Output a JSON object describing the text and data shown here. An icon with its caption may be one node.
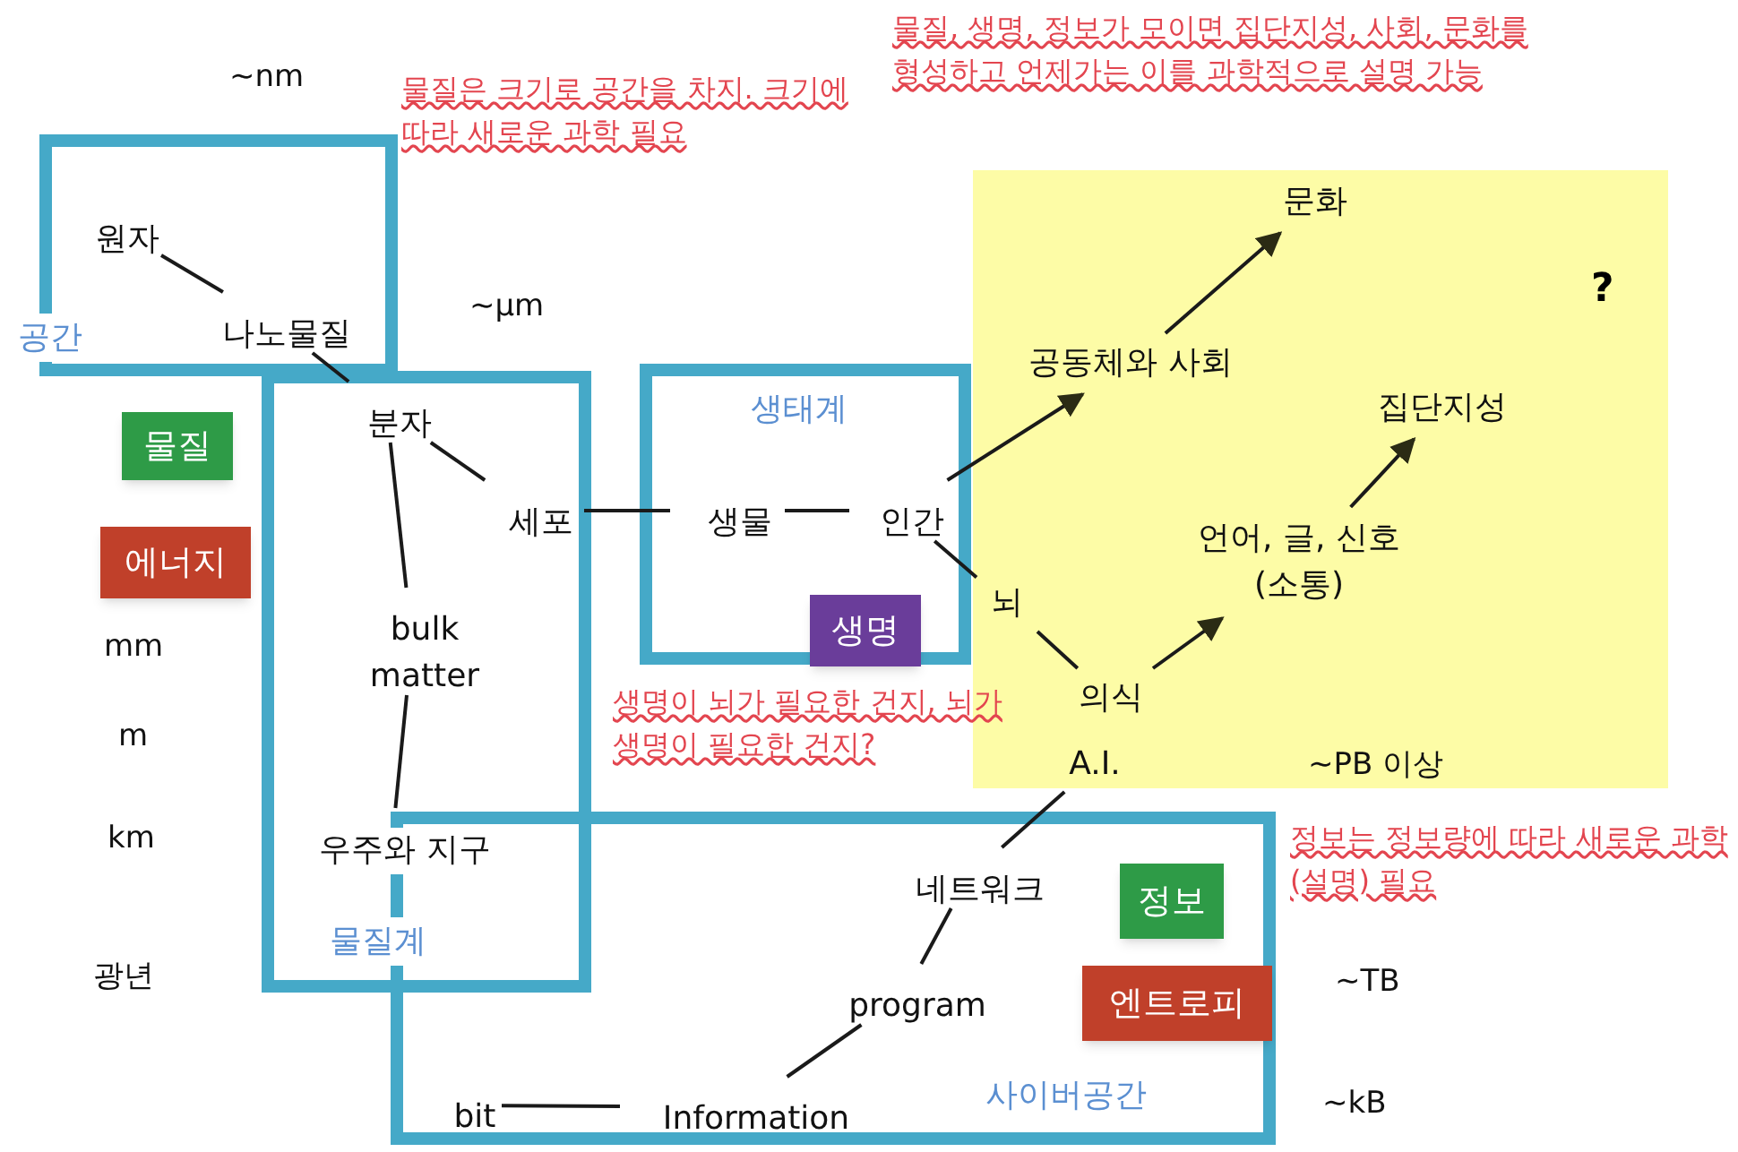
{
  "diagram": {
    "nodes": [
      {
        "text": [
          "공간"
        ]
      },
      {
        "text": [
          "원자"
        ],
        "in": 0
      },
      {
        "text": [
          "나노물질"
        ],
        "in": 0
      },
      {
        "text": [
          "물질계"
        ]
      },
      {
        "text": [
          "분자"
        ],
        "in": 3
      },
      {
        "text": [
          "세포"
        ],
        "in": 3
      },
      {
        "text": [
          "bulk matter"
        ],
        "in": 3
      },
      {
        "text": [
          "우주와 지구"
        ],
        "in": 3
      },
      {
        "text": [
          "물질"
        ]
      },
      {
        "text": [
          "에너지"
        ]
      },
      {
        "text": [
          "생태계"
        ]
      },
      {
        "text": [
          "생물"
        ],
        "in": 10
      },
      {
        "text": [
          "인간"
        ],
        "in": 10
      },
      {
        "text": [
          "생명"
        ],
        "in": 10
      },
      {
        "text": [],
        "shape": "box"
      },
      {
        "text": [
          "문화"
        ],
        "in": 14
      },
      {
        "text": [
          "공동체와 사회"
        ],
        "in": 14
      },
      {
        "text": [
          "집단지성"
        ],
        "in": 14
      },
      {
        "text": [
          "언어, 글, 신호 (소통)"
        ],
        "in": 14
      },
      {
        "text": [
          "뇌"
        ],
        "in": 14
      },
      {
        "text": [
          "의식"
        ],
        "in": 14
      },
      {
        "text": [
          "A.I."
        ],
        "in": 14
      },
      {
        "text": [
          "사이버공간"
        ]
      },
      {
        "text": [
          "네트워크"
        ],
        "in": 22
      },
      {
        "text": [
          "program"
        ],
        "in": 22
      },
      {
        "text": [
          "bit"
        ],
        "in": 22
      },
      {
        "text": [
          "Information"
        ],
        "in": 22
      },
      {
        "text": [
          "정보"
        ],
        "in": 22
      },
      {
        "text": [
          "엔트로피"
        ],
        "in": 22
      }
    ],
    "edges": [
      {
        "from": 1,
        "to": 2,
        "arrow": "none"
      },
      {
        "from": 2,
        "to": 4,
        "arrow": "none"
      },
      {
        "from": 4,
        "to": 5,
        "arrow": "none"
      },
      {
        "from": 4,
        "to": 6,
        "arrow": "none"
      },
      {
        "from": 6,
        "to": 7,
        "arrow": "none"
      },
      {
        "from": 5,
        "to": 11,
        "arrow": "none"
      },
      {
        "from": 11,
        "to": 12,
        "arrow": "none"
      },
      {
        "from": 12,
        "to": 16,
        "arrow": "to"
      },
      {
        "from": 16,
        "to": 15,
        "arrow": "to"
      },
      {
        "from": 12,
        "to": 19,
        "arrow": "none"
      },
      {
        "from": 19,
        "to": 20,
        "arrow": "none"
      },
      {
        "from": 20,
        "to": 18,
        "arrow": "to"
      },
      {
        "from": 18,
        "to": 17,
        "arrow": "to"
      },
      {
        "from": 21,
        "to": 23,
        "arrow": "none"
      },
      {
        "from": 23,
        "to": 24,
        "arrow": "none"
      },
      {
        "from": 24,
        "to": 26,
        "arrow": "none"
      },
      {
        "from": 25,
        "to": 26,
        "arrow": "none"
      }
    ],
    "labels": [
      "물질, 생명, 정보가 모이면 집단지성, 사회, 문화를 형성하고 언제가는 이를 과학적으로 설명 가능",
      "~nm",
      "물질은 크기로 공간을 차지. 크기에 따라 새로운 과학 필요",
      "?",
      "~µm",
      "mm",
      "생명이 뇌가 필요한 건지, 뇌가 생명이 필요한 건지?",
      "m",
      "~PB 이상",
      "정보는 정보량에 따라 새로운 과학(설명) 필요",
      "km",
      "~TB",
      "광년",
      "~kB"
    ]
  }
}
